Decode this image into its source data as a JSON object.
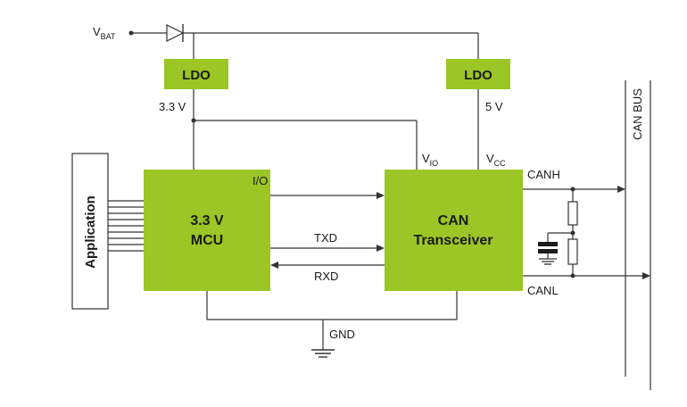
{
  "colors": {
    "block_fill": "#9bc625",
    "wire": "#333333",
    "text": "#1a1a1a"
  },
  "labels": {
    "vbat_main": "V",
    "vbat_sub": "BAT",
    "ldo_left": "LDO",
    "ldo_right": "LDO",
    "v33": "3.3 V",
    "v5": "5 V",
    "vio_main": "V",
    "vio_sub": "IO",
    "vcc_main": "V",
    "vcc_sub": "CC",
    "io": "I/O",
    "mcu_line1": "3.3 V",
    "mcu_line2": "MCU",
    "can_line1": "CAN",
    "can_line2": "Transceiver",
    "txd": "TXD",
    "rxd": "RXD",
    "canh": "CANH",
    "canl": "CANL",
    "gnd": "GND",
    "can_bus": "CAN BUS",
    "application": "Application"
  }
}
